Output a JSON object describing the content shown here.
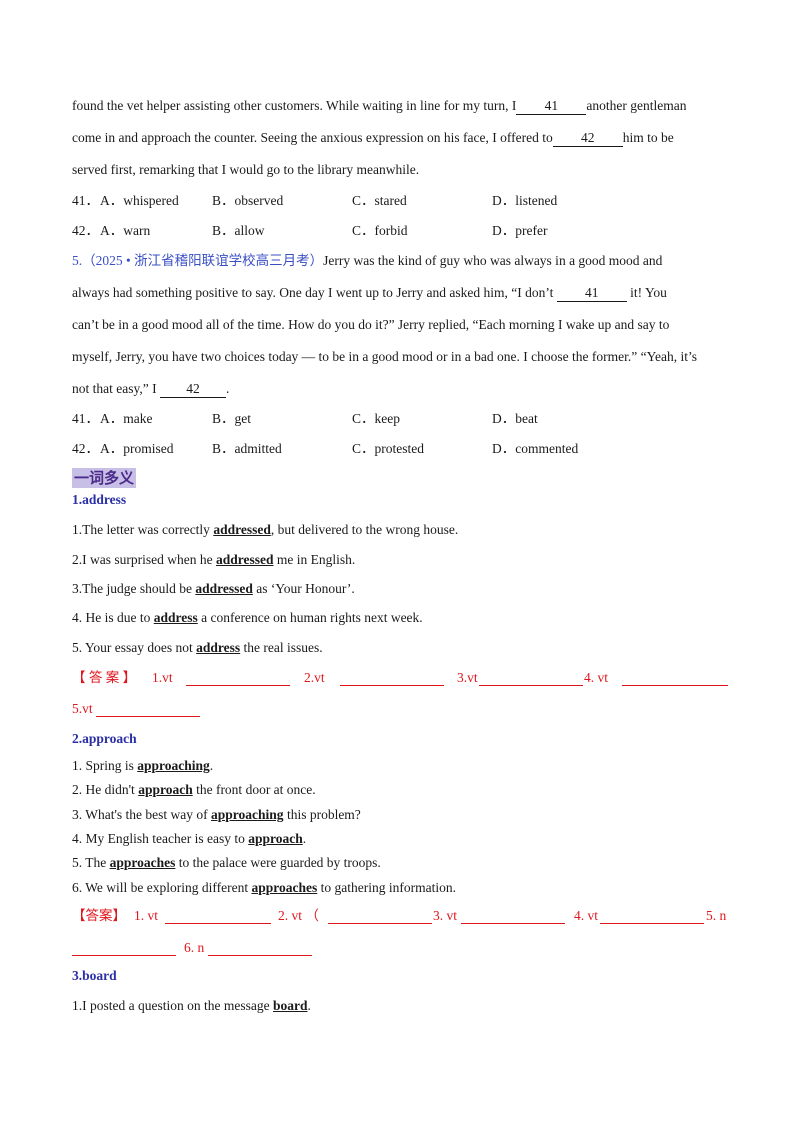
{
  "passage_top": {
    "line1_a": "found the vet helper assisting other customers. While waiting in line for my turn, I",
    "blank41": "41",
    "line1_b": "another gentleman",
    "line2_a": "come in and approach the counter. Seeing the anxious expression on his face, I offered to",
    "blank42": "42",
    "line2_b": "him to be",
    "line3": "served first, remarking that I would go to the  library  meanwhile."
  },
  "q_top": [
    {
      "num": "41．",
      "a": "A．whispered",
      "b": "B．observed",
      "c": "C．stared",
      "d": "D．listened"
    },
    {
      "num": "42．",
      "a": "A．warn",
      "b": "B．allow",
      "c": "C．forbid",
      "d": "D．prefer"
    }
  ],
  "passage5": {
    "source": "5.（2025 • 浙江省稽阳联谊学校高三月考）",
    "line1": "Jerry was the kind of guy who was always in a good mood and",
    "line2_a": "always had something positive to say. One day I went up to Jerry and asked him, “I don’t",
    "blank41": "41",
    "line2_b": "it! You",
    "line3": "can’t be in a good mood all of the time. How do you do it?” Jerry replied, “Each morning I wake up and say to",
    "line4": "myself, Jerry, you have two choices today — to be in a good mood or in a bad one. I choose the former.” “Yeah, it’s",
    "line5_a": "not that easy,” I",
    "blank42": "42",
    "line5_b": "."
  },
  "q5": [
    {
      "num": "41．",
      "a": "A．make",
      "b": "B．get",
      "c": "C．keep",
      "d": "D．beat"
    },
    {
      "num": "42．",
      "a": "A．promised",
      "b": "B．admitted",
      "c": "C．protested",
      "d": "D．commented"
    }
  ],
  "section_header": "一词多义",
  "w1": {
    "title": "1.address",
    "s1": {
      "pre": "1.The letter was correctly ",
      "kw": "addressed",
      "post": ", but delivered to the wrong house."
    },
    "s2": {
      "pre": "2.I was surprised when he ",
      "kw": "addressed",
      "post": " me in English."
    },
    "s3": {
      "pre": "3.The judge should be ",
      "kw": "addressed",
      "post": " as ‘Your Honour’."
    },
    "s4": {
      "pre": "4. He is due to ",
      "kw": "address",
      "post": " a conference on human rights next week."
    },
    "s5": {
      "pre": "5.  Your essay does not ",
      "kw": "address",
      "post": " the real issues."
    },
    "ans_label": "【 答 案 】",
    "a1": "1.vt",
    "a2": "2.vt",
    "a3": "3.vt",
    "a4": "4. vt",
    "a5": "5.vt"
  },
  "w2": {
    "title": "2.approach",
    "s1": {
      "pre": "1. Spring is ",
      "kw": "approaching",
      "post": "."
    },
    "s2": {
      "pre": "2. He didn't ",
      "kw": "approach",
      "post": " the front door at once."
    },
    "s3": {
      "pre": "3. What's the best way of ",
      "kw": "approaching",
      "post": " this problem?"
    },
    "s4": {
      "pre": "4. My English teacher is easy to ",
      "kw": "approach",
      "post": "."
    },
    "s5": {
      "pre": "5. The ",
      "kw": "approaches",
      "post": " to the palace were guarded by troops."
    },
    "s6": {
      "pre": "6. We will be exploring different ",
      "kw": "approaches",
      "post": " to gathering information."
    },
    "ans_label": "【答案】",
    "a1": "1. vt",
    "a2": "2. vt （",
    "a3": "3. vt",
    "a4": "4. vt",
    "a5": "5. n",
    "a6": "6. n"
  },
  "w3": {
    "title": "3.board",
    "s1": {
      "pre": "1.I posted a question on the message ",
      "kw": "board",
      "post": "."
    }
  }
}
